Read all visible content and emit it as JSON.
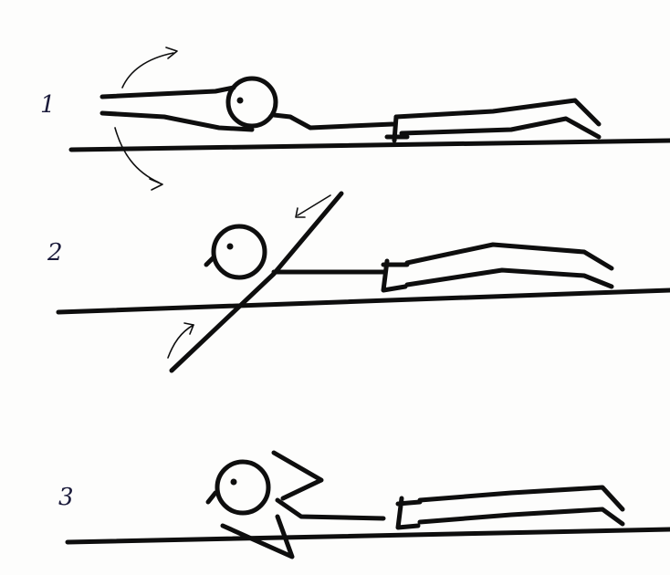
{
  "steps": [
    {
      "label": "1"
    },
    {
      "label": "2"
    },
    {
      "label": "3"
    }
  ],
  "colors": {
    "ink": "#0e0e0e",
    "paper": "#fdfdfc",
    "label": "#1a1a3a"
  }
}
